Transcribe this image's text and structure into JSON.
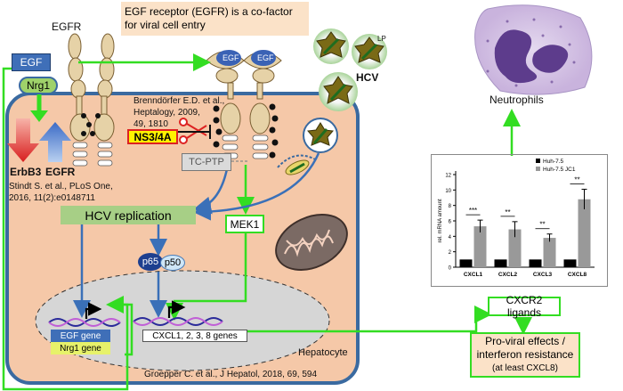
{
  "top_note": {
    "line1": "EGF receptor (EGFR) is a co-factor",
    "line2": "for viral cell entry"
  },
  "receptor": {
    "egfr_label": "EGFR",
    "egf_label": "EGF",
    "nrg1_label": "Nrg1",
    "erbb3_label": "ErbB3",
    "egfr_arrow_label": "EGFR"
  },
  "citations": {
    "stindt": {
      "line1": "Stindt S. et al., PLoS One,",
      "line2": "2016, 11(2):e0148711"
    },
    "brenndorfer": {
      "line1": "Brenndörfer E.D. et al.,",
      "line2": "Heptalogy, 2009,",
      "line3": "49, 1810"
    },
    "groepper": "Groepper C. et al., J Hepatol, 2018, 69, 594"
  },
  "pathway": {
    "ns3": "NS3/4A",
    "tcptp": "TC-PTP",
    "hcv_replication": "HCV replication",
    "mek1": "MEK1",
    "p65": "p65",
    "p50": "p50",
    "hepatocyte": "Hepatocyte",
    "hcv_label": "HCV",
    "lp_label": "LP",
    "egf_on_receptor": "EGF"
  },
  "genes": {
    "egf_gene": "EGF gene",
    "nrg1_gene": "Nrg1 gene",
    "cxcl_genes": "CXCL1, 2, 3, 8 genes"
  },
  "right": {
    "neutrophils": "Neutrophils",
    "cxcr2": "CXCR2 ligands",
    "proviral": {
      "line1": "Pro-viral effects /",
      "line2": "interferon resistance",
      "line3": "(at least CXCL8)"
    }
  },
  "colors": {
    "membrane": "#3a6aa0",
    "cell_fill": "#f5c8a8",
    "nucleus_fill": "#d6d6d6",
    "green_arrow": "#33dd22",
    "blue_arrow": "#3a70b8",
    "red_arrow": "#d22",
    "egf_box": "#3f6fb8",
    "nrg1_box": "#9fd26a",
    "replication_box": "#a7cf86",
    "note_bg": "#fbe2c8"
  },
  "chart_data": {
    "type": "bar",
    "categories": [
      "CXCL1",
      "CXCL2",
      "CXCL3",
      "CXCL8"
    ],
    "series": [
      {
        "name": "Huh-7.5",
        "values": [
          1,
          1,
          1,
          1
        ],
        "color": "#000000"
      },
      {
        "name": "Huh-7.5 JC1",
        "values": [
          5.3,
          4.9,
          3.8,
          8.8
        ],
        "errors": [
          0.8,
          1.0,
          0.5,
          1.3
        ],
        "color": "#999999"
      }
    ],
    "significance": [
      "***",
      "**",
      "**",
      "**"
    ],
    "ylabel": "rel. mRNA amount",
    "ylim": [
      0,
      12
    ],
    "yticks": [
      "0",
      "2",
      "4",
      "6",
      "8",
      "10",
      "12"
    ],
    "legend_position": "top-right"
  }
}
